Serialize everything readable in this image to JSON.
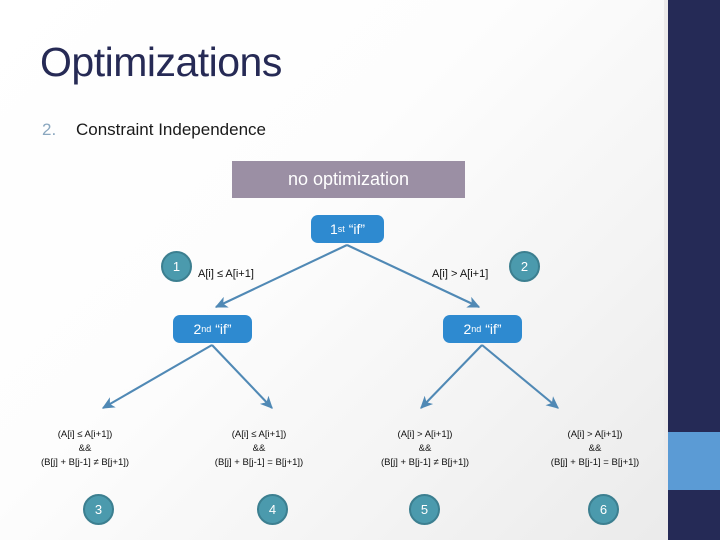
{
  "slide": {
    "title": "Optimizations",
    "bullet": {
      "number": "2.",
      "text": "Constraint Independence"
    },
    "banner_label": "no optimization"
  },
  "tree": {
    "root": {
      "prefix": "1",
      "sup": "st",
      "suffix": "“if”"
    },
    "level2": [
      {
        "prefix": "2",
        "sup": "nd",
        "suffix": "“if”"
      },
      {
        "prefix": "2",
        "sup": "nd",
        "suffix": "“if”"
      }
    ],
    "edge_labels": {
      "left": "A[i] ≤ A[i+1]",
      "right": "A[i] > A[i+1]"
    },
    "markers": {
      "root_left": "1",
      "root_right": "2",
      "leaf_1": "3",
      "leaf_2": "4",
      "leaf_3": "5",
      "leaf_4": "6"
    },
    "leaves": [
      {
        "line1": "(A[i] ≤ A[i+1])",
        "line2": "&&",
        "line3": "(B[j] + B[j-1] ≠ B[j+1])",
        "marker": "3"
      },
      {
        "line1": "(A[i] ≤ A[i+1])",
        "line2": "&&",
        "line3": "(B[j] + B[j-1] = B[j+1])",
        "marker": "4"
      },
      {
        "line1": "(A[i] > A[i+1])",
        "line2": "&&",
        "line3": "(B[j] + B[j-1] ≠ B[j+1])",
        "marker": "5"
      },
      {
        "line1": "(A[i] > A[i+1])",
        "line2": "&&",
        "line3": "(B[j] + B[j-1] = B[j+1])",
        "marker": "6"
      }
    ]
  },
  "colors": {
    "title": "#262a55",
    "bullet_number": "#8aa7bf",
    "banner_bg": "#9b8fa4",
    "if_box": "#2e8ad0",
    "circle_fill": "#4b9aad",
    "circle_border": "#3c7f90",
    "connector": "#5089b5",
    "rail": "#252a56",
    "rail_accent": "#5b9bd5"
  }
}
